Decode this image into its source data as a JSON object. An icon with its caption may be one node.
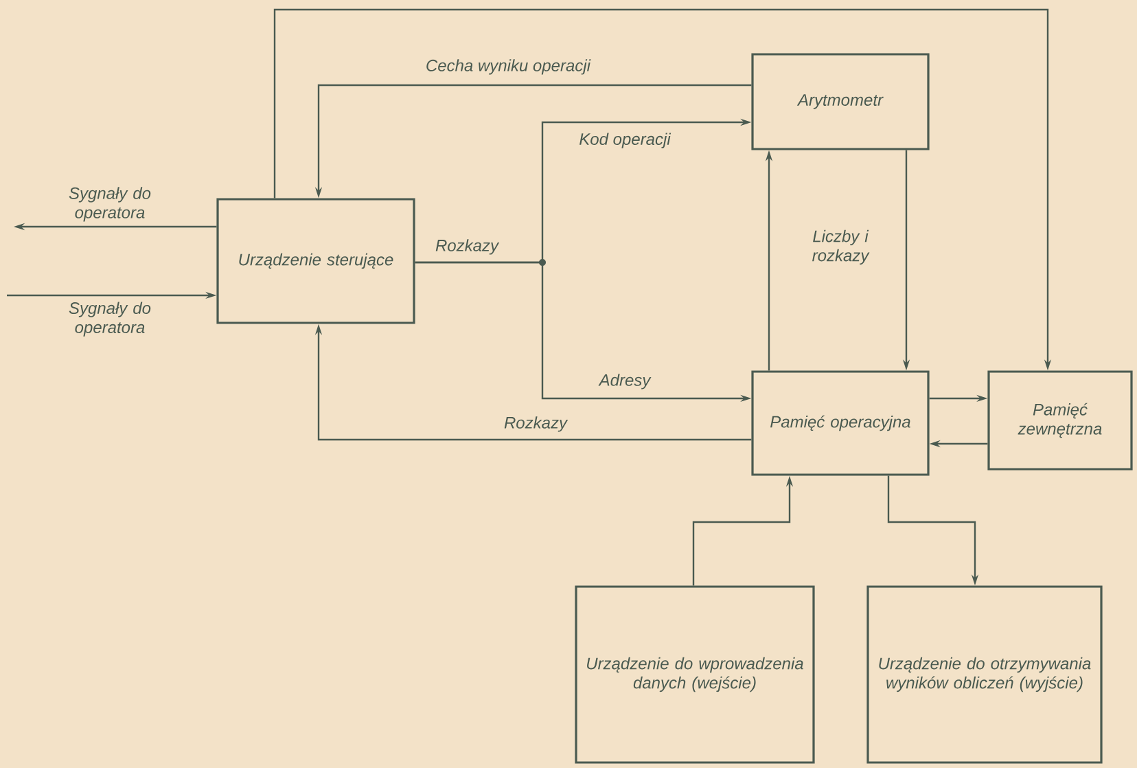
{
  "diagram": {
    "nodes": [
      {
        "text": [
          "Urządzenie sterujące"
        ]
      },
      {
        "text": [
          "Arytmometr"
        ]
      },
      {
        "text": [
          "Pamięć operacyjna"
        ]
      },
      {
        "text": [
          "Pamięć zewnętrzna"
        ]
      },
      {
        "text": [
          "Urządzenie do wprowadzenia danych (wejście)"
        ]
      },
      {
        "text": [
          "Urządzenie do otrzymywania wyników obliczeń (wyjście)"
        ]
      }
    ],
    "edges": [
      {
        "from": 0,
        "to": 3,
        "arrow": "to"
      },
      {
        "from": 1,
        "to": 0,
        "arrow": "to",
        "label": "Cecha wyniku operacji"
      },
      {
        "from": 0,
        "to": 1,
        "arrow": "to",
        "label": "Kod operacji"
      },
      {
        "from": 0,
        "to": 2,
        "arrow": "to",
        "label": "Adresy"
      },
      {
        "from": 2,
        "to": 0,
        "arrow": "to",
        "label": "Rozkazy"
      },
      {
        "from": 2,
        "to": 1,
        "arrow": "to"
      },
      {
        "from": 1,
        "to": 2,
        "arrow": "to"
      },
      {
        "from": 2,
        "to": 3,
        "arrow": "to"
      },
      {
        "from": 3,
        "to": 2,
        "arrow": "to"
      },
      {
        "from": 4,
        "to": 2,
        "arrow": "to"
      },
      {
        "from": 2,
        "to": 5,
        "arrow": "to"
      },
      {
        "from": 0,
        "to": null,
        "arrow": "to",
        "label": "Sygnały do operatora"
      },
      {
        "from": null,
        "to": 0,
        "arrow": "to",
        "label": "Sygnały do operatora"
      }
    ],
    "labels": [
      "Rozkazy",
      "Liczby i rozkazy"
    ]
  }
}
